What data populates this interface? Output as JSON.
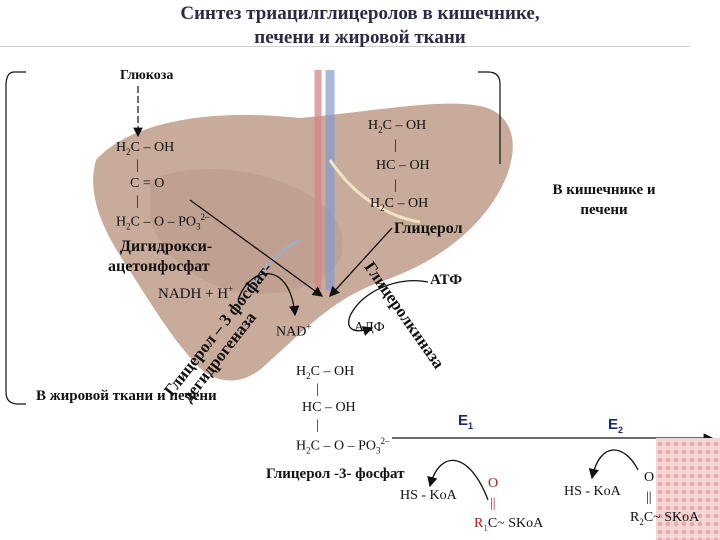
{
  "title_line1": "Синтез триацилглицеролов в кишечнике,",
  "title_line2": "печени и жировой ткани",
  "glucose": "Глюкоза",
  "dhap": {
    "l1_a": "H",
    "l1_sub": "2",
    "l1_b": "C – OH",
    "bar1": "|",
    "l2": "C = O",
    "bar2": "|",
    "l3_a": "H",
    "l3_sub": "2",
    "l3_b": "C – O – PO",
    "l3_sub2": "3",
    "l3_sup": "2–",
    "name1": "Дигидрокси-",
    "name2": "ацетонфосфат"
  },
  "nadh": "NADH + H",
  "nadh_sup": "+",
  "glycerol": {
    "l1_a": "H",
    "l1_sub": "2",
    "l1_b": "C – OH",
    "bar1": "|",
    "l2": "HC – OH",
    "bar2": "|",
    "l3_a": "H",
    "l3_sub": "2",
    "l3_b": "C – OH",
    "name": "Глицерол"
  },
  "intestine_liver": "В кишечнике и печени",
  "intestine_liver_l1": "В кишечнике и",
  "intestine_liver_l2": "печени",
  "enzyme_gpdh_l1": "Глицерол – 3 фосфат-",
  "enzyme_gpdh_l2": "дегидрогеназа",
  "enzyme_gk": "Глицеролкиназа",
  "atp": "АТФ",
  "adp": "АДФ",
  "nad": "NAD",
  "nad_sup": "+",
  "adipose": "В жировой ткани и печени",
  "g3p": {
    "l1_a": "H",
    "l1_sub": "2",
    "l1_b": "C – OH",
    "bar1": "|",
    "l2": "HC – OH",
    "bar2": "|",
    "l3_a": "H",
    "l3_sub": "2",
    "l3_b": "C – O – PO",
    "l3_sub2": "3",
    "l3_sup": "2–",
    "name": "Глицерол -3- фосфат"
  },
  "e1": "E",
  "e1_sub": "1",
  "e2": "E",
  "e2_sub": "2",
  "hskoa1": "HS - KoA",
  "hskoa2": "HS - KoA",
  "acyl1": {
    "o": "O",
    "dbl": "||",
    "r": "R",
    "r_sub": "1",
    "rest": "C~ SKoA"
  },
  "acyl2": {
    "o": "O",
    "dbl": "||",
    "r": "R",
    "r_sub": "2",
    "rest": "C~ SKoA"
  },
  "colors": {
    "liver": "#a8785e",
    "liver_dark": "#8a5a44",
    "vessel_red": "#c23a3a",
    "vessel_blue": "#3a5fb0",
    "enzyme_blue": "#1a2a6e"
  }
}
